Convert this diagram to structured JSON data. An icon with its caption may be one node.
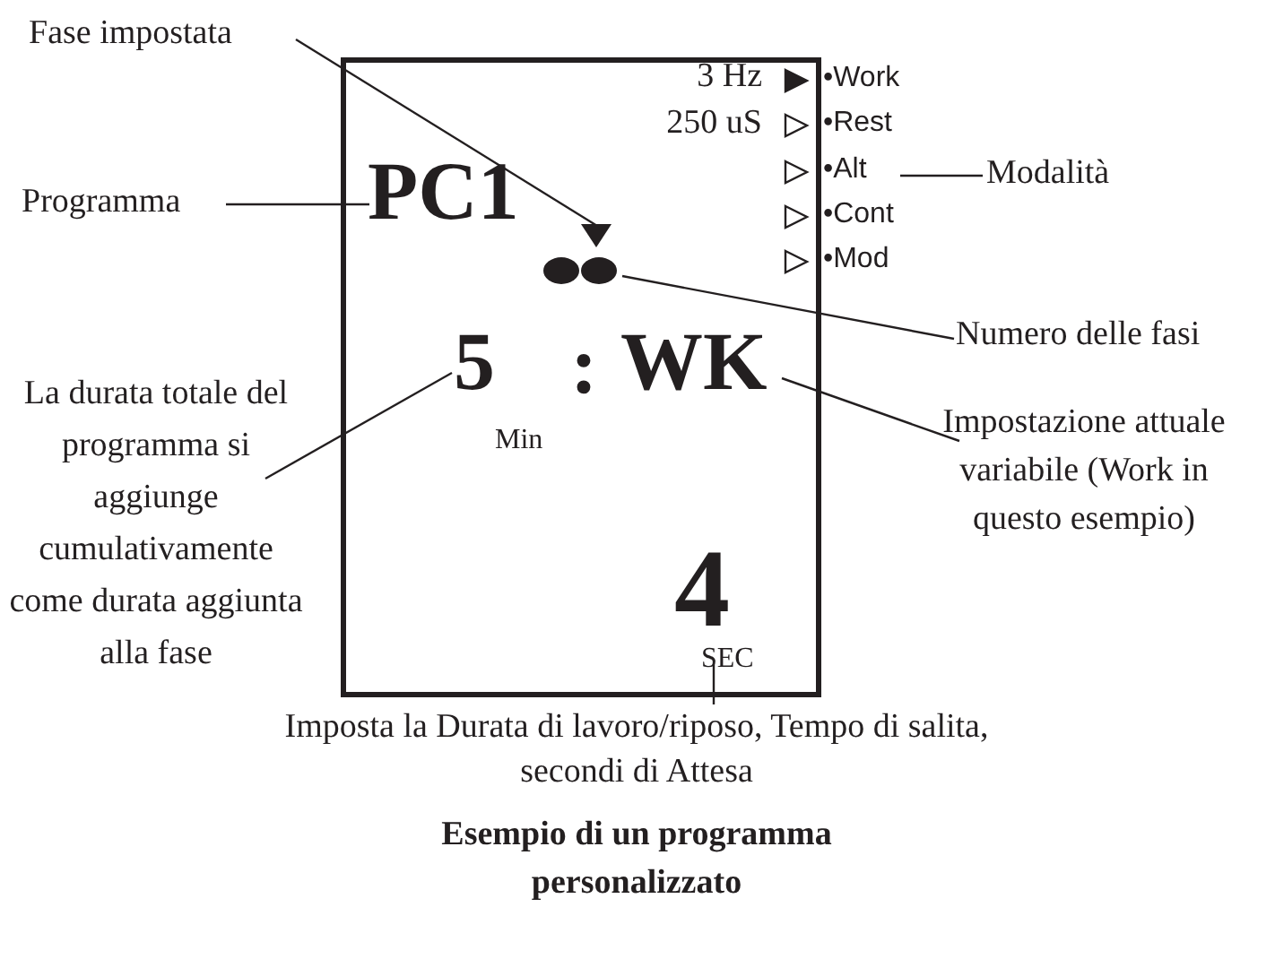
{
  "diagram": {
    "caption": "Esempio di un programma personalizzato",
    "nodes": [
      {
        "text": [],
        "shape": "box"
      },
      {
        "text": [
          "Fase impostata"
        ]
      },
      {
        "text": [
          "3 Hz"
        ],
        "in": 0
      },
      {
        "text": [
          "250 uS"
        ],
        "in": 0
      },
      {
        "text": [
          "•Work"
        ]
      },
      {
        "text": [
          "•Rest"
        ]
      },
      {
        "text": [
          "•Alt"
        ]
      },
      {
        "text": [
          "•Cont"
        ]
      },
      {
        "text": [
          "•Mod"
        ]
      },
      {
        "text": [
          "Modalità"
        ]
      },
      {
        "text": [
          "Programma"
        ]
      },
      {
        "text": [
          "PC1"
        ],
        "in": 0
      },
      {
        "text": [],
        "shape": "triangle",
        "in": 0
      },
      {
        "text": [],
        "shape": "circle",
        "in": 0
      },
      {
        "text": [
          "Numero delle fasi"
        ]
      },
      {
        "text": [
          "La durata totale del programma si aggiunge cumulativamente come durata aggiunta alla fase"
        ]
      },
      {
        "text": [
          "5"
        ],
        "in": 0
      },
      {
        "text": [
          "WK"
        ],
        "in": 0
      },
      {
        "text": [
          "Min"
        ],
        "in": 0
      },
      {
        "text": [
          "Impostazione attuale variabile (Work in questo esempio)"
        ]
      },
      {
        "text": [
          "4"
        ],
        "in": 0
      },
      {
        "text": [
          "SEC"
        ],
        "in": 0
      },
      {
        "text": [
          "Imposta la Durata di lavoro/riposo, Tempo di salita, secondi di Attesa"
        ]
      }
    ],
    "edges": [
      {
        "from": 1,
        "to": 12,
        "arrow": "none"
      },
      {
        "from": 9,
        "to": 6,
        "arrow": "none"
      },
      {
        "from": 10,
        "to": 11,
        "arrow": "none"
      },
      {
        "from": 14,
        "to": 13,
        "arrow": "none"
      },
      {
        "from": 15,
        "to": 16,
        "arrow": "none"
      },
      {
        "from": 19,
        "to": 17,
        "arrow": "none"
      },
      {
        "from": 22,
        "to": 21,
        "arrow": "none"
      }
    ],
    "labels": [
      ":"
    ]
  }
}
